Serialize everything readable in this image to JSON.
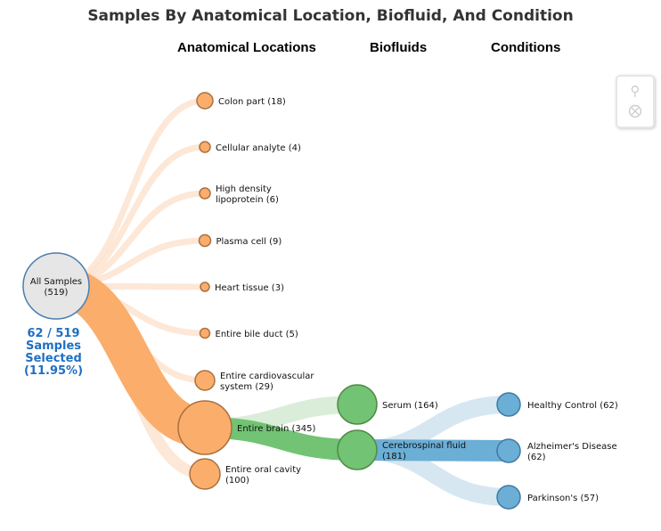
{
  "title": "Samples By Anatomical Location, Biofluid, And Condition",
  "columns": [
    {
      "label": "Anatomical Locations",
      "color": "#b07a4e"
    },
    {
      "label": "Biofluids",
      "color": "#4f8a45"
    },
    {
      "label": "Conditions",
      "color": "#4a7290"
    }
  ],
  "selection": {
    "count": "62 / 519",
    "label": "Samples Selected",
    "percent": "(11.95%)"
  },
  "controls": {
    "zoom_icon": "search-icon",
    "reset_icon": "close-circle-icon"
  },
  "colors": {
    "root_fill": "#e6e6e6",
    "root_stroke": "#4a7fb0",
    "location": "#fbad6b",
    "location_light": "#fde3d0",
    "location_stroke": "#a8713f",
    "biofluid": "#72c374",
    "biofluid_light": "#d4ead1",
    "biofluid_stroke": "#4f8a45",
    "condition": "#6baed6",
    "condition_light": "#cfe3f0",
    "condition_stroke": "#3f7aa3"
  },
  "nodes": [
    {
      "id": "all",
      "type": "root",
      "lines": [
        "All Samples",
        "(519)"
      ],
      "count": 519
    },
    {
      "id": "colon",
      "type": "location",
      "lines": [
        "Colon part (18)"
      ],
      "count": 18
    },
    {
      "id": "cell",
      "type": "location",
      "lines": [
        "Cellular analyte (4)"
      ],
      "count": 4
    },
    {
      "id": "hdl",
      "type": "location",
      "lines": [
        "High density",
        "lipoprotein (6)"
      ],
      "count": 6
    },
    {
      "id": "plasma",
      "type": "location",
      "lines": [
        "Plasma cell (9)"
      ],
      "count": 9
    },
    {
      "id": "heart",
      "type": "location",
      "lines": [
        "Heart tissue (3)"
      ],
      "count": 3
    },
    {
      "id": "bile",
      "type": "location",
      "lines": [
        "Entire bile duct (5)"
      ],
      "count": 5
    },
    {
      "id": "cardio",
      "type": "location",
      "lines": [
        "Entire cardiovascular",
        "system (29)"
      ],
      "count": 29
    },
    {
      "id": "brain",
      "type": "location",
      "lines": [
        "Entire brain (345)"
      ],
      "count": 345
    },
    {
      "id": "oral",
      "type": "location",
      "lines": [
        "Entire oral cavity",
        "(100)"
      ],
      "count": 100
    },
    {
      "id": "serum",
      "type": "biofluid",
      "lines": [
        "Serum (164)"
      ],
      "count": 164
    },
    {
      "id": "csf",
      "type": "biofluid",
      "lines": [
        "Cerebrospinal fluid",
        "(181)"
      ],
      "count": 181
    },
    {
      "id": "hc",
      "type": "condition",
      "lines": [
        "Healthy Control (62)"
      ],
      "count": 62
    },
    {
      "id": "ad",
      "type": "condition",
      "lines": [
        "Alzheimer's Disease",
        "(62)"
      ],
      "count": 62
    },
    {
      "id": "pd",
      "type": "condition",
      "lines": [
        "Parkinson's (57)"
      ],
      "count": 57
    }
  ],
  "links": [
    {
      "source": "all",
      "target": "colon",
      "value": 18,
      "selected": false
    },
    {
      "source": "all",
      "target": "cell",
      "value": 4,
      "selected": false
    },
    {
      "source": "all",
      "target": "hdl",
      "value": 6,
      "selected": false
    },
    {
      "source": "all",
      "target": "plasma",
      "value": 9,
      "selected": false
    },
    {
      "source": "all",
      "target": "heart",
      "value": 3,
      "selected": false
    },
    {
      "source": "all",
      "target": "bile",
      "value": 5,
      "selected": false
    },
    {
      "source": "all",
      "target": "cardio",
      "value": 29,
      "selected": false
    },
    {
      "source": "all",
      "target": "oral",
      "value": 100,
      "selected": false
    },
    {
      "source": "all",
      "target": "brain",
      "value": 345,
      "selected": true
    },
    {
      "source": "brain",
      "target": "serum",
      "value": 164,
      "selected": false
    },
    {
      "source": "brain",
      "target": "csf",
      "value": 181,
      "selected": true
    },
    {
      "source": "csf",
      "target": "hc",
      "value": 62,
      "selected": false
    },
    {
      "source": "csf",
      "target": "pd",
      "value": 57,
      "selected": false
    },
    {
      "source": "csf",
      "target": "ad",
      "value": 62,
      "selected": true
    }
  ]
}
